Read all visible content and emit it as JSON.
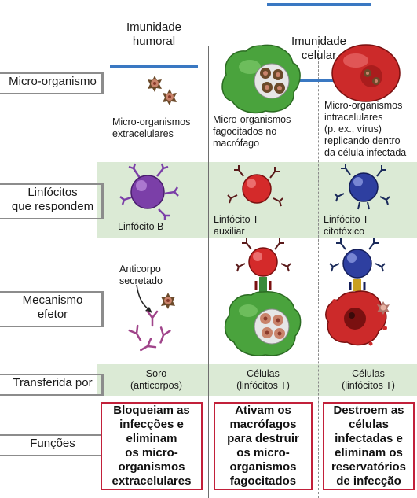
{
  "columns": {
    "humoral": "Imunidade\nhumoral",
    "cellular": "Imunidade\ncelular"
  },
  "rows": {
    "microorganism": "Micro-organismo",
    "lymphocytes": "Linfócitos\nque respondem",
    "mechanism": "Mecanismo\nefetor",
    "transferred": "Transferida por",
    "functions": "Funções"
  },
  "microorganism": {
    "extracellular": "Micro-organismos\nextracelulares",
    "phagocytosed": "Micro-organismos\nfagocitados no\nmacrófago",
    "intracellular": "Micro-organismos\nintracelulares\n(p. ex., vírus)\nreplicando dentro\nda célula infectada"
  },
  "lymphocytes": {
    "b_cell": "Linfócito B",
    "t_helper": "Linfócito T\nauxiliar",
    "t_cytotoxic": "Linfócito T\ncitotóxico"
  },
  "mechanism": {
    "antibody_label": "Anticorpo\nsecretado"
  },
  "transferred": {
    "humoral": "Soro\n(anticorpos)",
    "helper": "Células\n(linfócitos T)",
    "cytotoxic": "Células\n(linfócitos T)"
  },
  "functions": {
    "humoral": "Bloqueiam as\ninfecções e\neliminam\nos micro-\norganismos\nextracelulares",
    "helper": "Ativam os\nmacrófagos\npara destruir\nos micro-\norganismos\nfagocitados",
    "cytotoxic": "Destroem as\ncélulas\ninfectadas e\neliminam os\nreservatórios\nde infecção"
  },
  "colors": {
    "header_rule": "#3a78c2",
    "band": "#dbead5",
    "function_border": "#c2203a",
    "macrophage": "#4aa33d",
    "t_cell": "#d42a2a",
    "ctl": "#2e3fa0",
    "b_cell": "#7b3fa8",
    "microbe": "#6b4a2a"
  },
  "icons": [
    "microbe-icon",
    "macrophage-icon",
    "infected-cell-icon",
    "b-cell-icon",
    "t-helper-icon",
    "ctl-icon",
    "antibody-icon"
  ]
}
